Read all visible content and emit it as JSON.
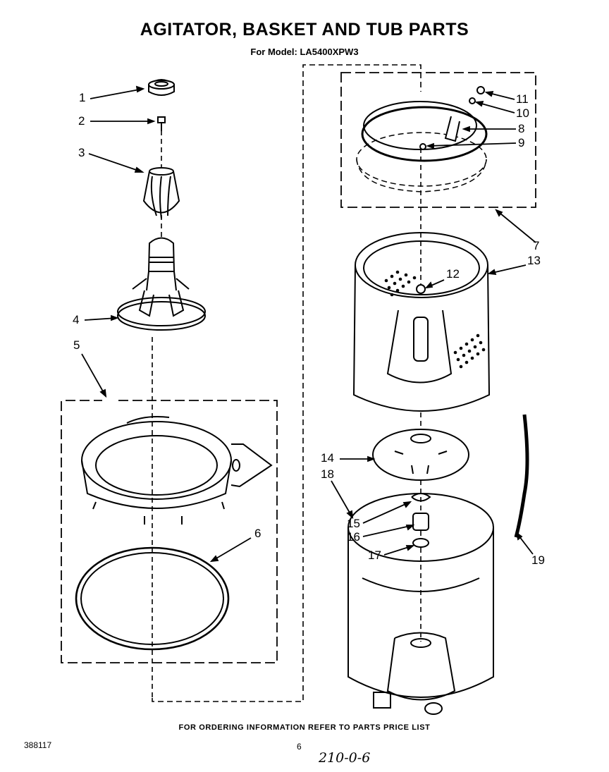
{
  "title": "AGITATOR, BASKET AND TUB PARTS",
  "subtitle": "For Model: LA5400XPW3",
  "footer": "FOR ORDERING INFORMATION REFER TO PARTS PRICE LIST",
  "doc_number": "388117",
  "page_number": "6",
  "handwritten_note": "210-0-6",
  "callouts": {
    "c1": "1",
    "c2": "2",
    "c3": "3",
    "c4": "4",
    "c5": "5",
    "c6": "6",
    "c7": "7",
    "c8": "8",
    "c9": "9",
    "c10": "10",
    "c11": "11",
    "c12": "12",
    "c13": "13",
    "c14": "14",
    "c15": "15",
    "c16": "16",
    "c17": "17",
    "c18": "18",
    "c19": "19"
  }
}
